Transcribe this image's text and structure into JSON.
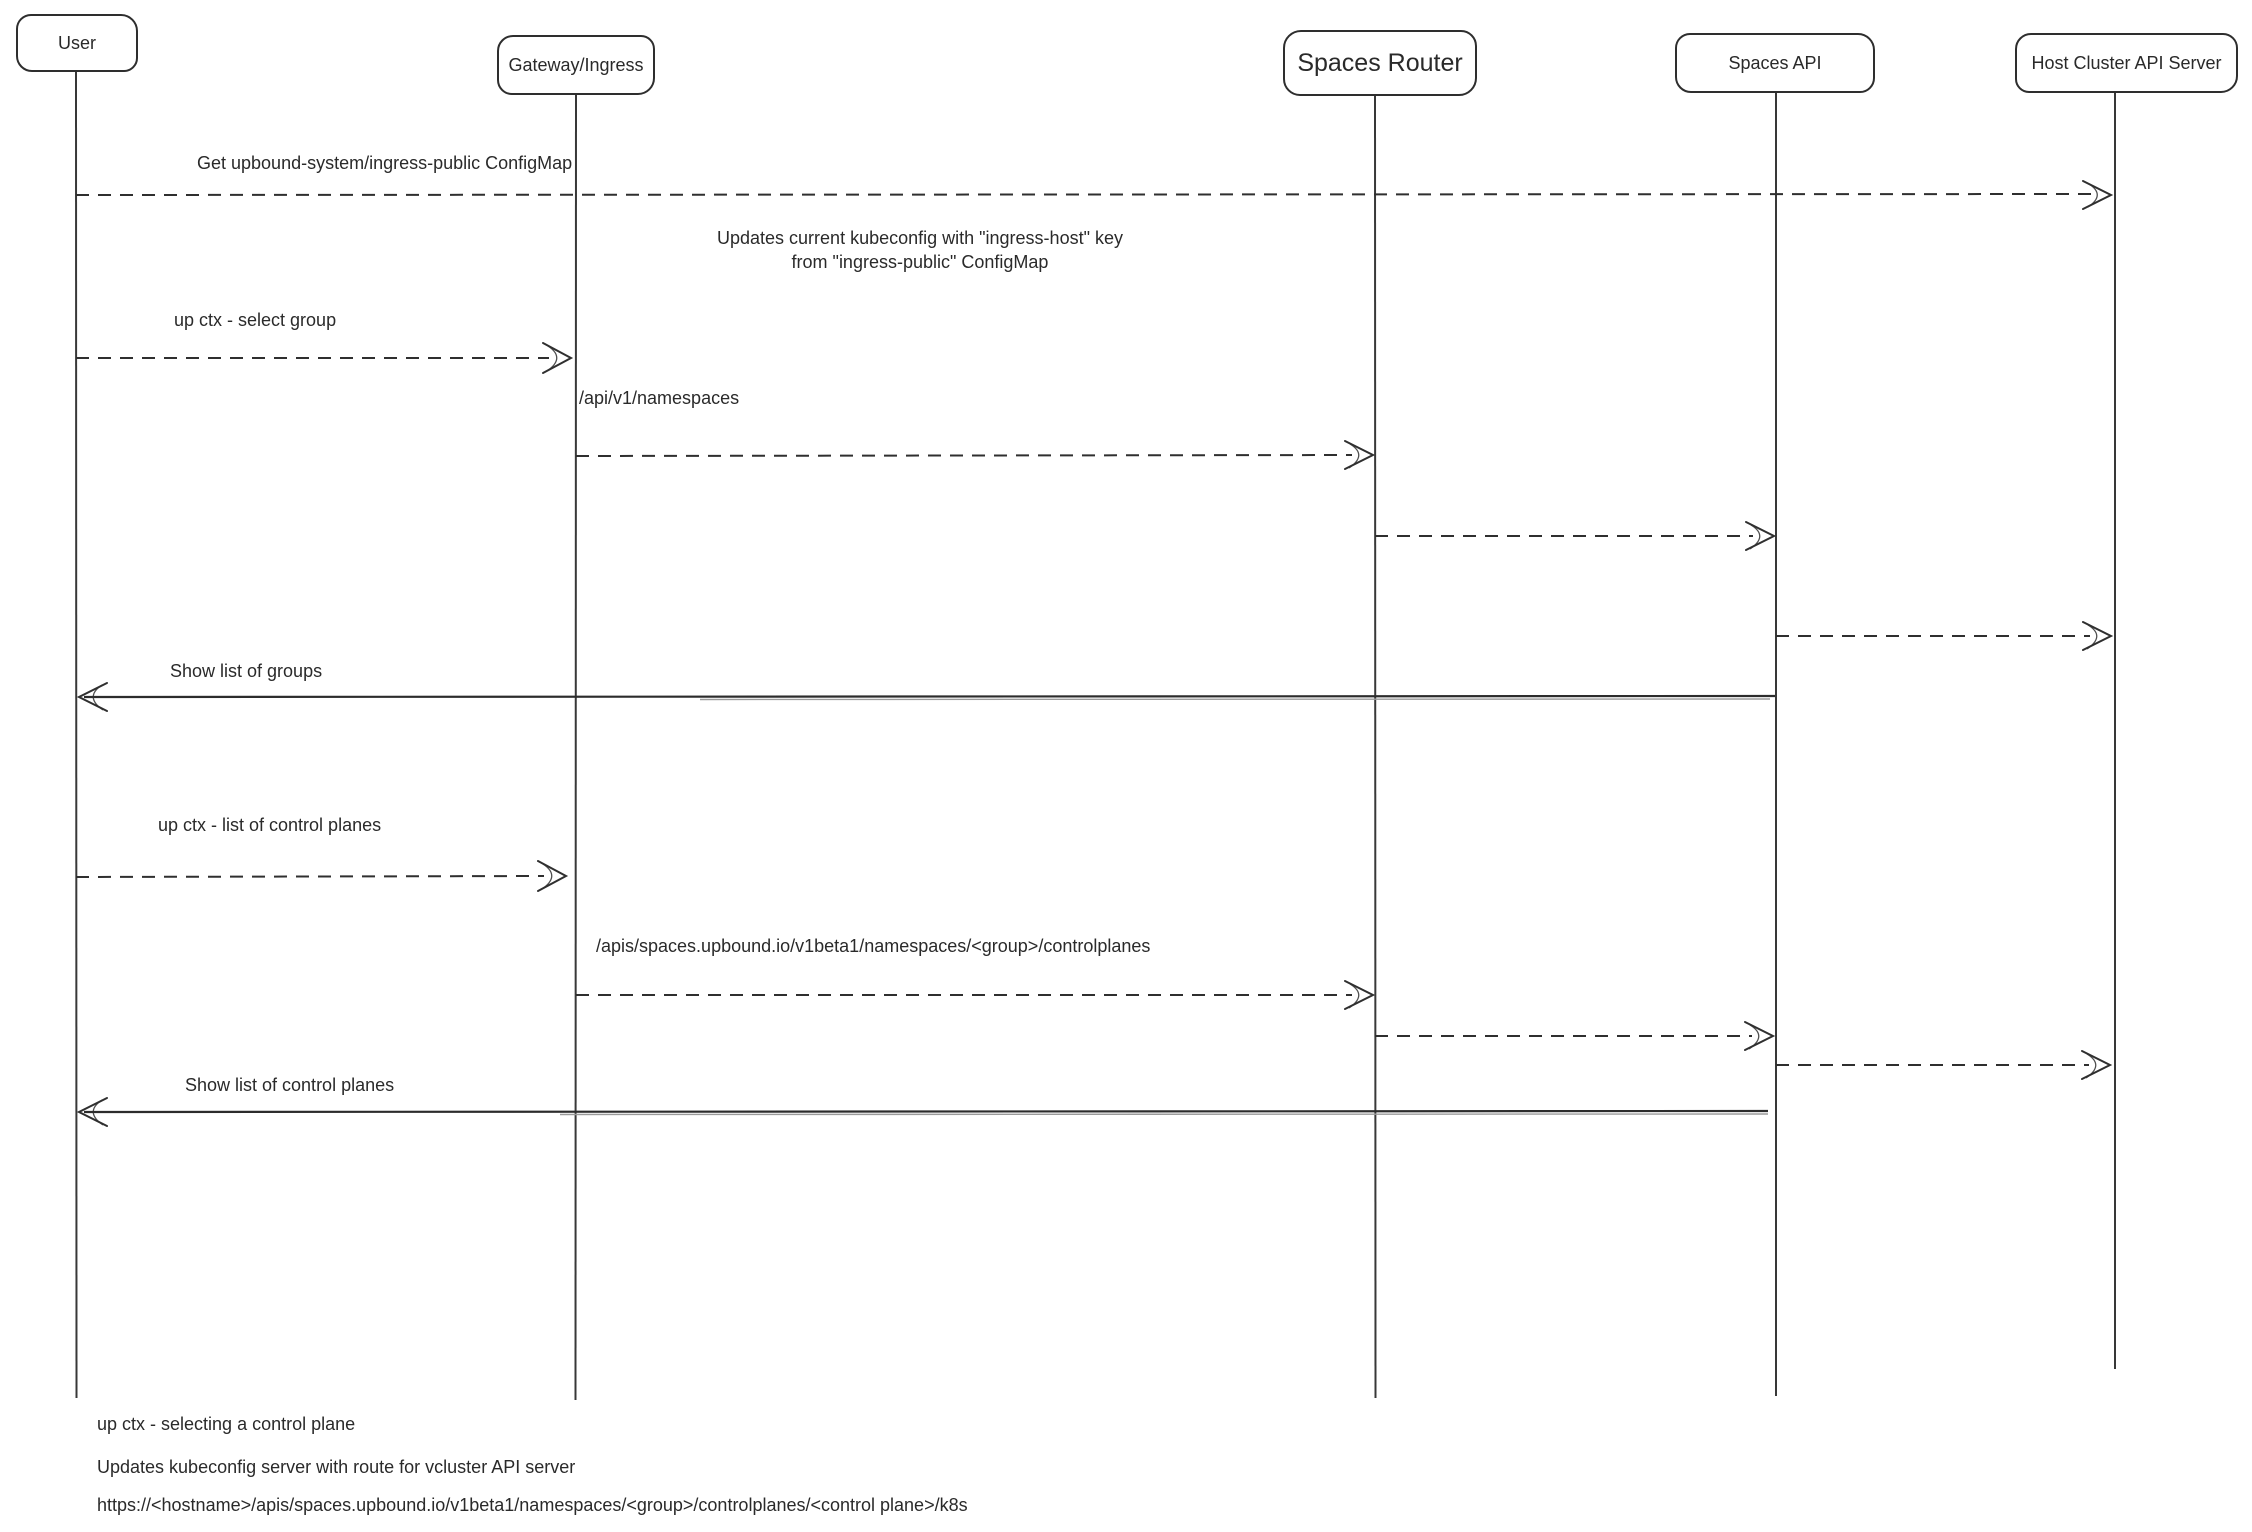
{
  "page": {
    "background_color": "#ffffff",
    "stroke_color": "#2f2f2f",
    "text_color": "#2a2a2a"
  },
  "diagram": {
    "type": "sequence-diagram",
    "actors": [
      {
        "label": "User"
      },
      {
        "label": "Gateway/Ingress"
      },
      {
        "label": "Spaces Router",
        "emphasized": true
      },
      {
        "label": "Spaces API"
      },
      {
        "label": "Host Cluster API Server"
      }
    ],
    "messages": [
      {
        "label": "Get upbound-system/ingress-public ConfigMap",
        "from": "User",
        "to": "Host Cluster API Server",
        "line": "dashed",
        "direction": "right"
      },
      {
        "label": "up ctx - select group",
        "from": "User",
        "to": "Gateway/Ingress",
        "line": "dashed",
        "direction": "right"
      },
      {
        "label": "/api/v1/namespaces",
        "from": "Gateway/Ingress",
        "to": "Spaces Router",
        "line": "dashed",
        "direction": "right"
      },
      {
        "label": "",
        "from": "Spaces Router",
        "to": "Spaces API",
        "line": "dashed",
        "direction": "right"
      },
      {
        "label": "",
        "from": "Spaces API",
        "to": "Host Cluster API Server",
        "line": "dashed",
        "direction": "right"
      },
      {
        "label": "Show list of groups",
        "from": "Spaces API",
        "to": "User",
        "line": "solid",
        "direction": "left"
      },
      {
        "label": "up ctx - list of control planes",
        "from": "User",
        "to": "Gateway/Ingress",
        "line": "dashed",
        "direction": "right"
      },
      {
        "label": "/apis/spaces.upbound.io/v1beta1/namespaces/<group>/controlplanes",
        "from": "Gateway/Ingress",
        "to": "Spaces Router",
        "line": "dashed",
        "direction": "right"
      },
      {
        "label": "",
        "from": "Spaces Router",
        "to": "Spaces API",
        "line": "dashed",
        "direction": "right"
      },
      {
        "label": "",
        "from": "Spaces API",
        "to": "Host Cluster API Server",
        "line": "dashed",
        "direction": "right"
      },
      {
        "label": "Show list of control planes",
        "from": "Spaces API",
        "to": "User",
        "line": "solid",
        "direction": "left"
      }
    ],
    "annotation": {
      "label": "Updates current kubeconfig with \"ingress-host\" key\nfrom \"ingress-public\" ConfigMap"
    },
    "footnotes": [
      {
        "label": "up ctx - selecting a control plane"
      },
      {
        "label": "Updates kubeconfig server with route for vcluster API server"
      },
      {
        "label": "https://<hostname>/apis/spaces.upbound.io/v1beta1/namespaces/<group>/controlplanes/<control plane>/k8s"
      }
    ]
  }
}
